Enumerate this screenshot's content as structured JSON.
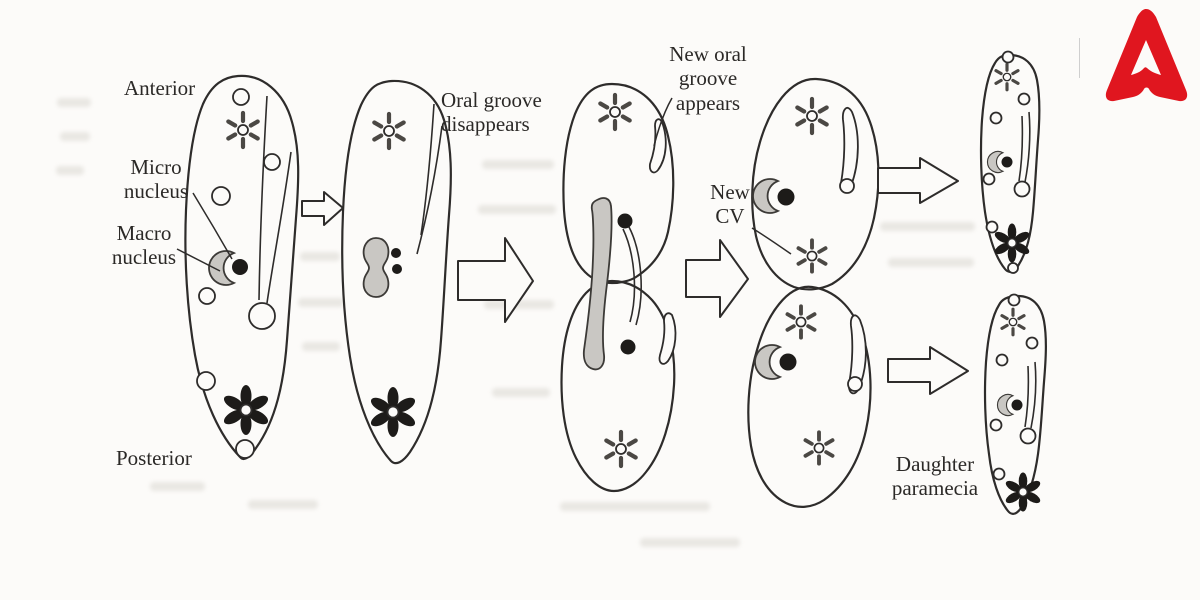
{
  "figure": {
    "subject": "Binary fission stages of a paramecium (textbook scan)"
  },
  "labels": {
    "anterior": "Anterior",
    "micro_nucleus": "Micro\nnucleus",
    "macro_nucleus": "Macro\nnucleus",
    "posterior": "Posterior",
    "oral_groove_disappears": "Oral groove\ndisappears",
    "new_oral_groove": "New oral\ngroove\nappears",
    "new_cv": "New\nCV",
    "daughter_paramecia": "Daughter\nparamecia"
  },
  "icons": {
    "brand_logo": "red-arrowhead-logo",
    "star_symbol": "contractile-vacuole-star",
    "flower_symbol": "contractile-vacuole-radiating-canals"
  },
  "colors": {
    "ink": "#2e2c2b",
    "macronucleus_gray": "#c9c7c3",
    "nucleus_black": "#1d1b19",
    "paper": "#fcfbf9",
    "logo_red": "#e0161f"
  }
}
